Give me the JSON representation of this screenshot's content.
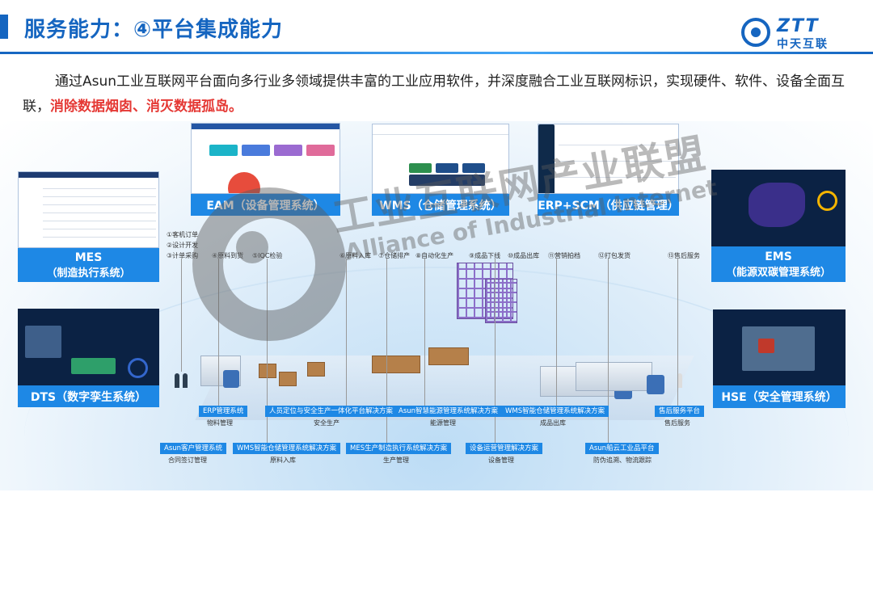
{
  "header": {
    "title": "服务能力：④平台集成能力",
    "logo_en": "ZTT",
    "logo_cn": "中天互联"
  },
  "description": {
    "text": "通过Asun工业互联网平台面向多行业多领域提供丰富的工业应用软件，并深度融合工业互联网标识，实现硬件、软件、设备全面互联，",
    "highlight": "消除数据烟囱、消灭数据孤岛。"
  },
  "systems": {
    "mes": {
      "name": "MES",
      "full": "（制造执行系统）"
    },
    "dts": {
      "name": "DTS（数字孪生系统）"
    },
    "eam": {
      "name": "EAM（设备管理系统）"
    },
    "wms": {
      "name": "WMS（仓储管理系统）"
    },
    "erp": {
      "name": "ERP+SCM（供应链管理）"
    },
    "ems": {
      "name": "EMS",
      "full": "（能源双碳管理系统）"
    },
    "hse": {
      "name": "HSE（安全管理系统）"
    }
  },
  "process_steps": [
    "①客机订单",
    "②设计开发",
    "③计单采购",
    "④原料到货",
    "⑤IQC检验",
    "⑥原料入库",
    "⑦仓储排产",
    "⑧自动化生产",
    "⑨成品下线",
    "⑩成品出库",
    "⑪营销拍档",
    "⑫打包发货",
    "⑬售后服务"
  ],
  "solutions_top": [
    {
      "name": "ERP管理系统",
      "sub": "物料管理"
    },
    {
      "name": "人员定位与安全生产一体化平台解决方案",
      "sub": "安全生产"
    },
    {
      "name": "Asun智慧能源管理系统解决方案",
      "sub": "能源管理"
    },
    {
      "name": "WMS智能仓储管理系统解决方案",
      "sub": "成品出库"
    },
    {
      "name": "售后服务平台",
      "sub": "售后服务"
    }
  ],
  "solutions_bottom": [
    {
      "name": "Asun客户管理系统",
      "sub": "合同签订管理"
    },
    {
      "name": "WMS智能仓储管理系统解决方案",
      "sub": "原料入库"
    },
    {
      "name": "MES生产制造执行系统解决方案",
      "sub": "生产管理"
    },
    {
      "name": "设备运营管理解决方案",
      "sub": "设备管理"
    },
    {
      "name": "Asun船云工业品平台",
      "sub": "防伪追溯、物流跟踪"
    }
  ],
  "watermark": {
    "cn": "工业互联网产业联盟",
    "en": "Alliance of Industrial Internet"
  },
  "colors": {
    "brand": "#1565c0",
    "label": "#1e88e5",
    "highlight": "#e53935"
  }
}
